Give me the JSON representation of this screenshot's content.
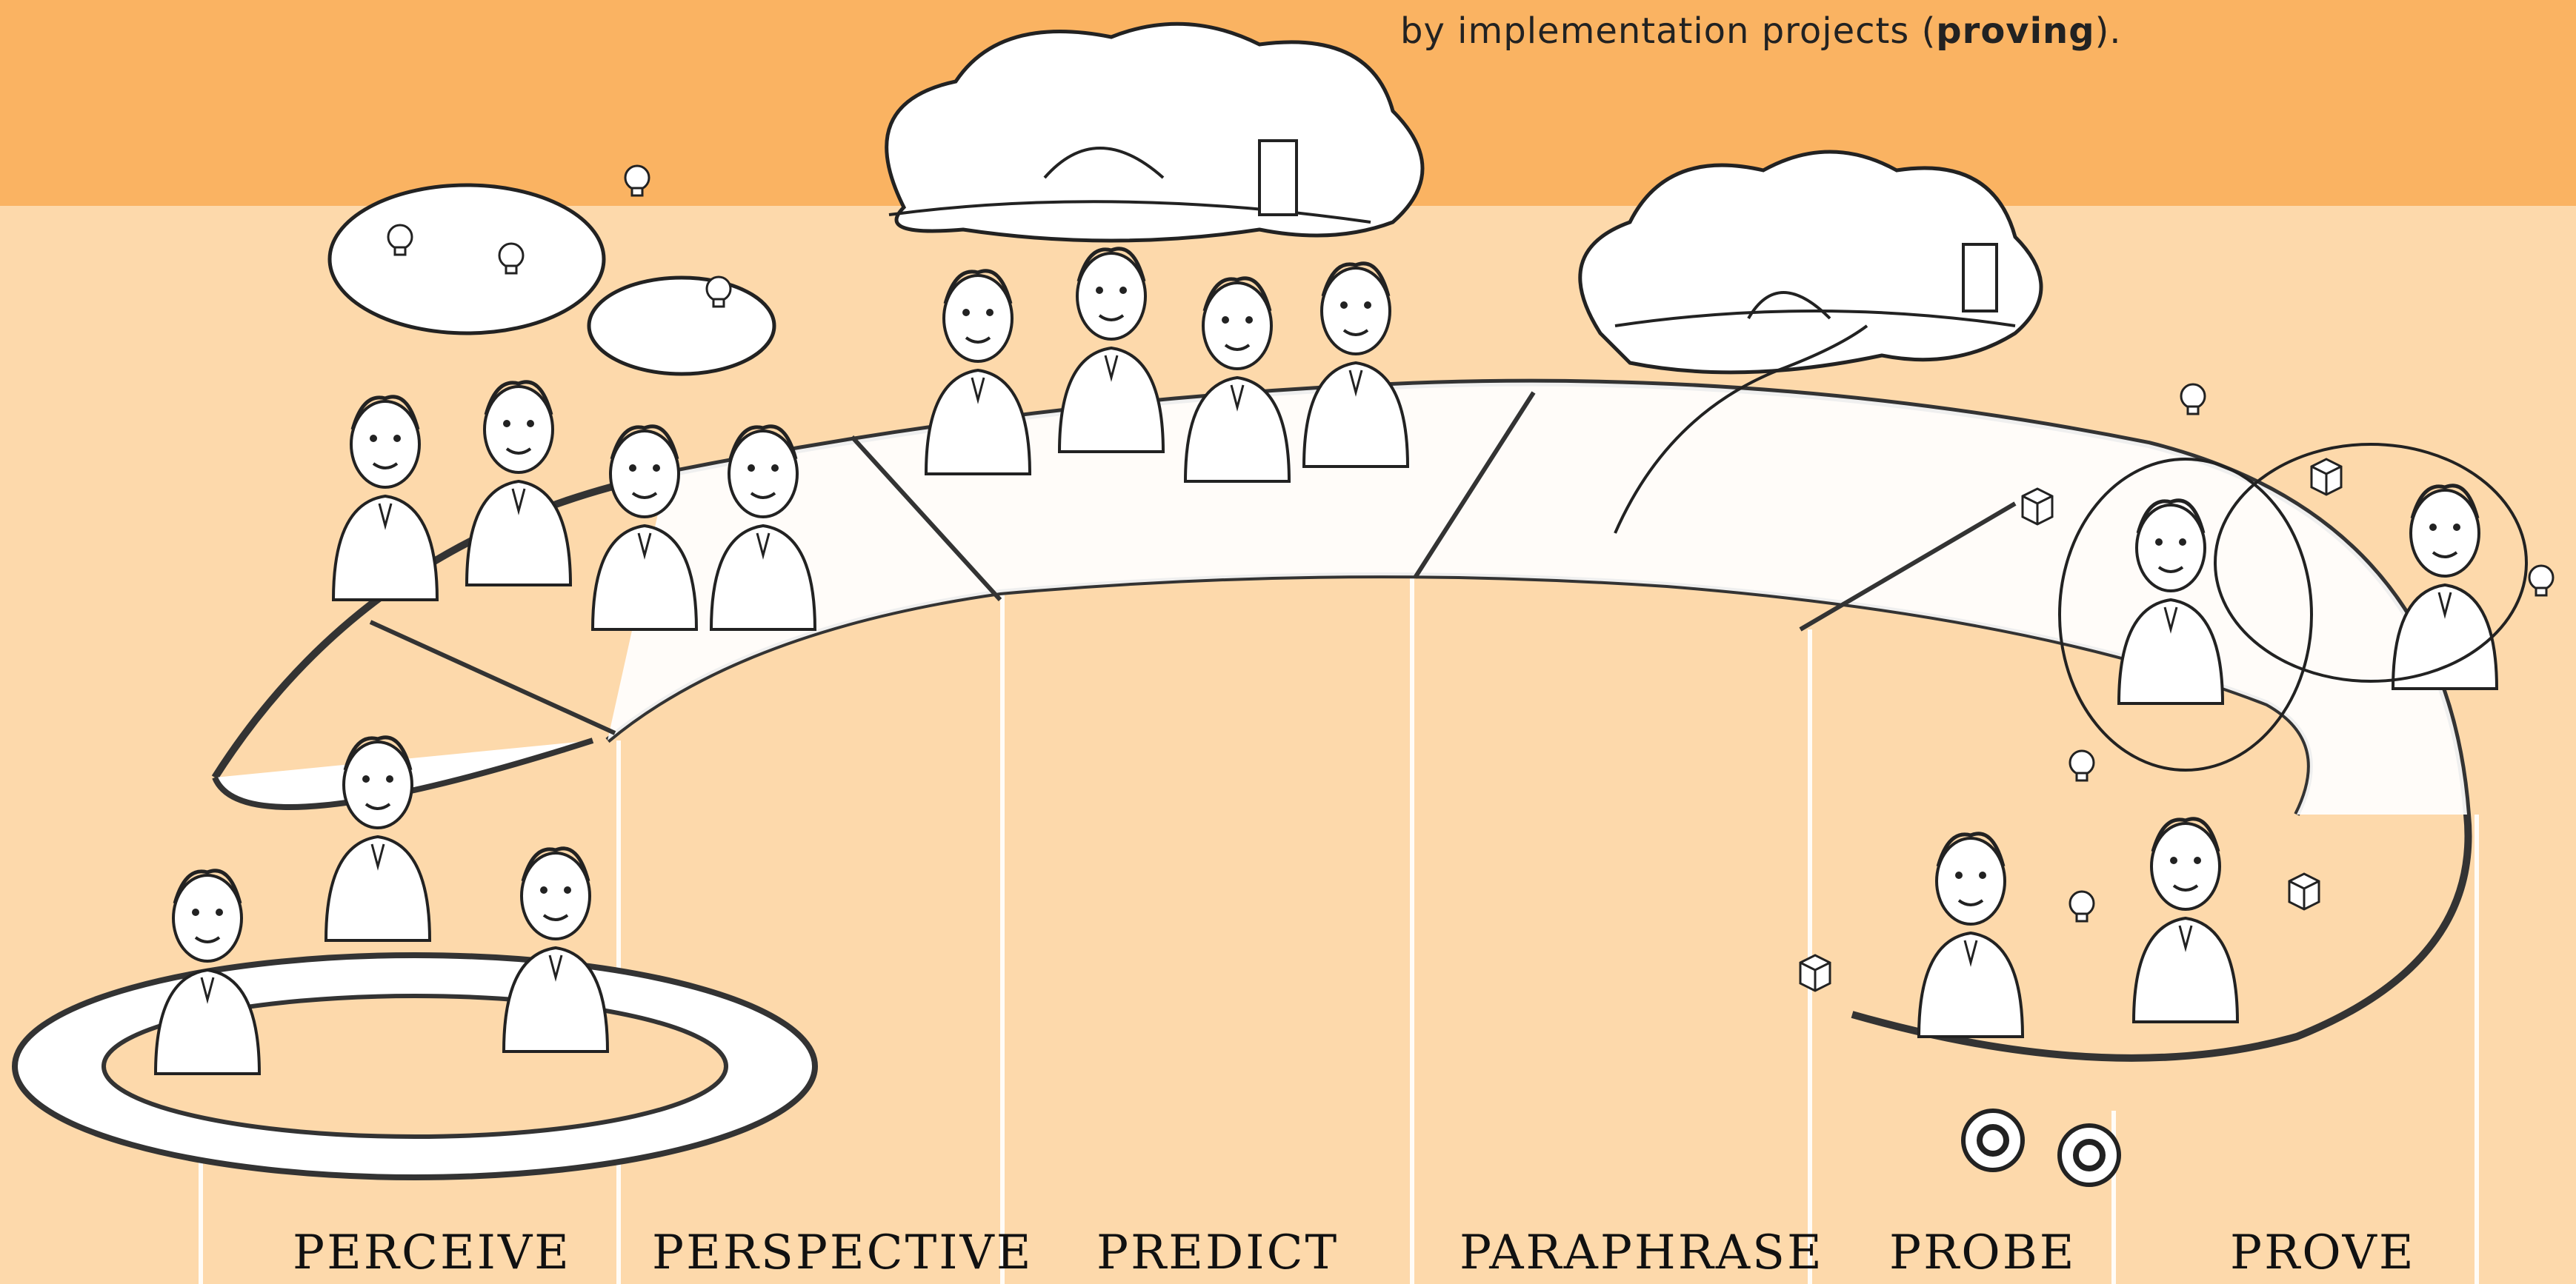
{
  "header": {
    "caption_line_1": "by implementation projects (",
    "caption_bold": "proving",
    "caption_line_end": ").",
    "band_color": "#fab362",
    "background_color": "#fdd9ab"
  },
  "phases": [
    {
      "label": "PERCEIVE"
    },
    {
      "label": "PERSPECTIVE"
    },
    {
      "label": "PREDICT"
    },
    {
      "label": "PARAPHRASE"
    },
    {
      "label": "PROBE"
    },
    {
      "label": "PROVE"
    }
  ],
  "illustration": {
    "icons": [
      "lightbulb-icon",
      "rocket-icon",
      "wind-turbine-icon",
      "building-icon",
      "finish-flag-icon",
      "box-icon",
      "gear-icon"
    ]
  }
}
